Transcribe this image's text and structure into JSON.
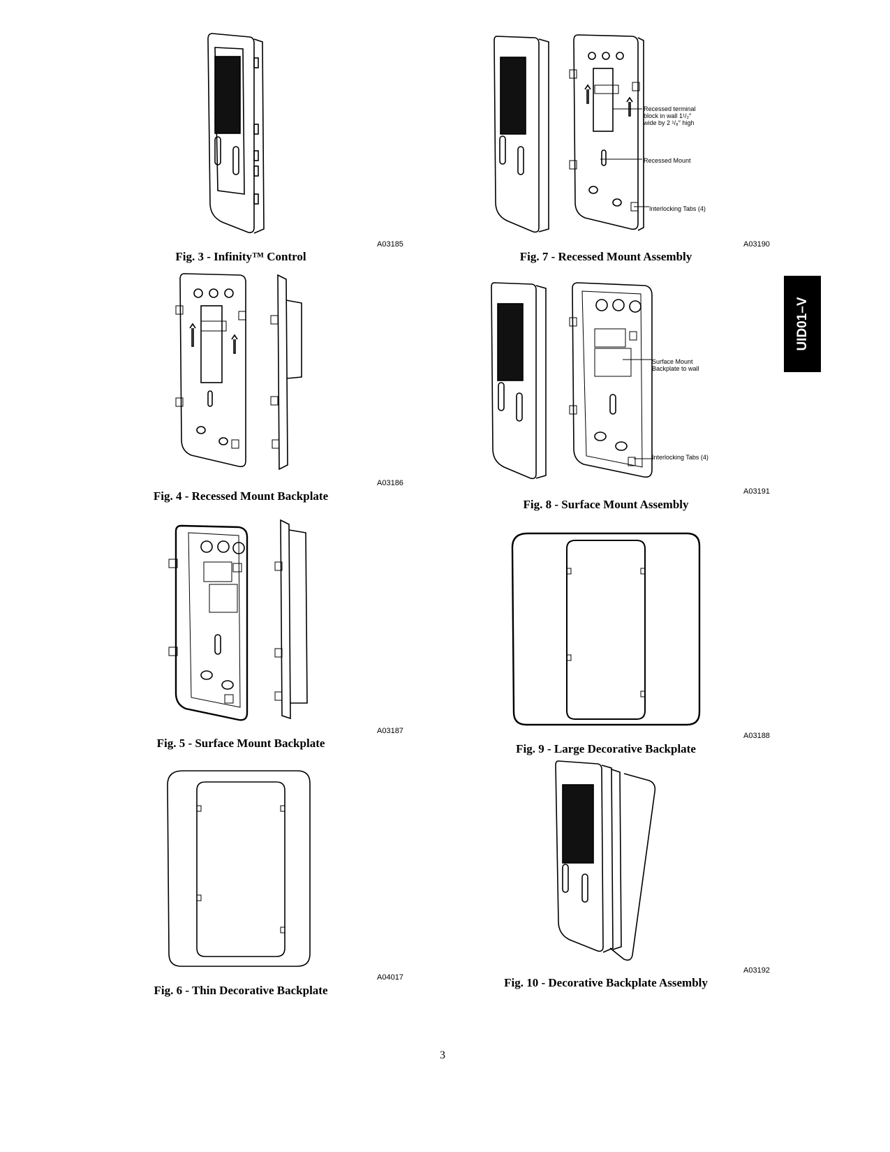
{
  "figures": [
    {
      "caption": "Fig. 3 - Infinity™ Control",
      "code": "A03185"
    },
    {
      "caption": "Fig. 7 - Recessed Mount Assembly",
      "code": "A03190",
      "callouts": [
        "Recessed terminal",
        "block in wall 1¹/₂″",
        "wide by 2 ¹/₈″ high",
        "Recessed Mount",
        "Interlocking Tabs (4)"
      ]
    },
    {
      "caption": "Fig. 4 - Recessed Mount Backplate",
      "code": "A03186"
    },
    {
      "caption": "Fig. 8 - Surface Mount Assembly",
      "code": "A03191",
      "callouts": [
        "Surface Mount",
        "Backplate to wall",
        "Interlocking Tabs (4)"
      ]
    },
    {
      "caption": "Fig. 5 - Surface Mount Backplate",
      "code": "A03187"
    },
    {
      "caption": "Fig. 9 - Large Decorative Backplate",
      "code": "A03188"
    },
    {
      "caption": "Fig. 6 - Thin Decorative Backplate",
      "code": "A04017"
    },
    {
      "caption": "Fig. 10 - Decorative Backplate Assembly",
      "code": "A03192"
    }
  ],
  "side_tab": "UID01–V",
  "page_number": "3"
}
